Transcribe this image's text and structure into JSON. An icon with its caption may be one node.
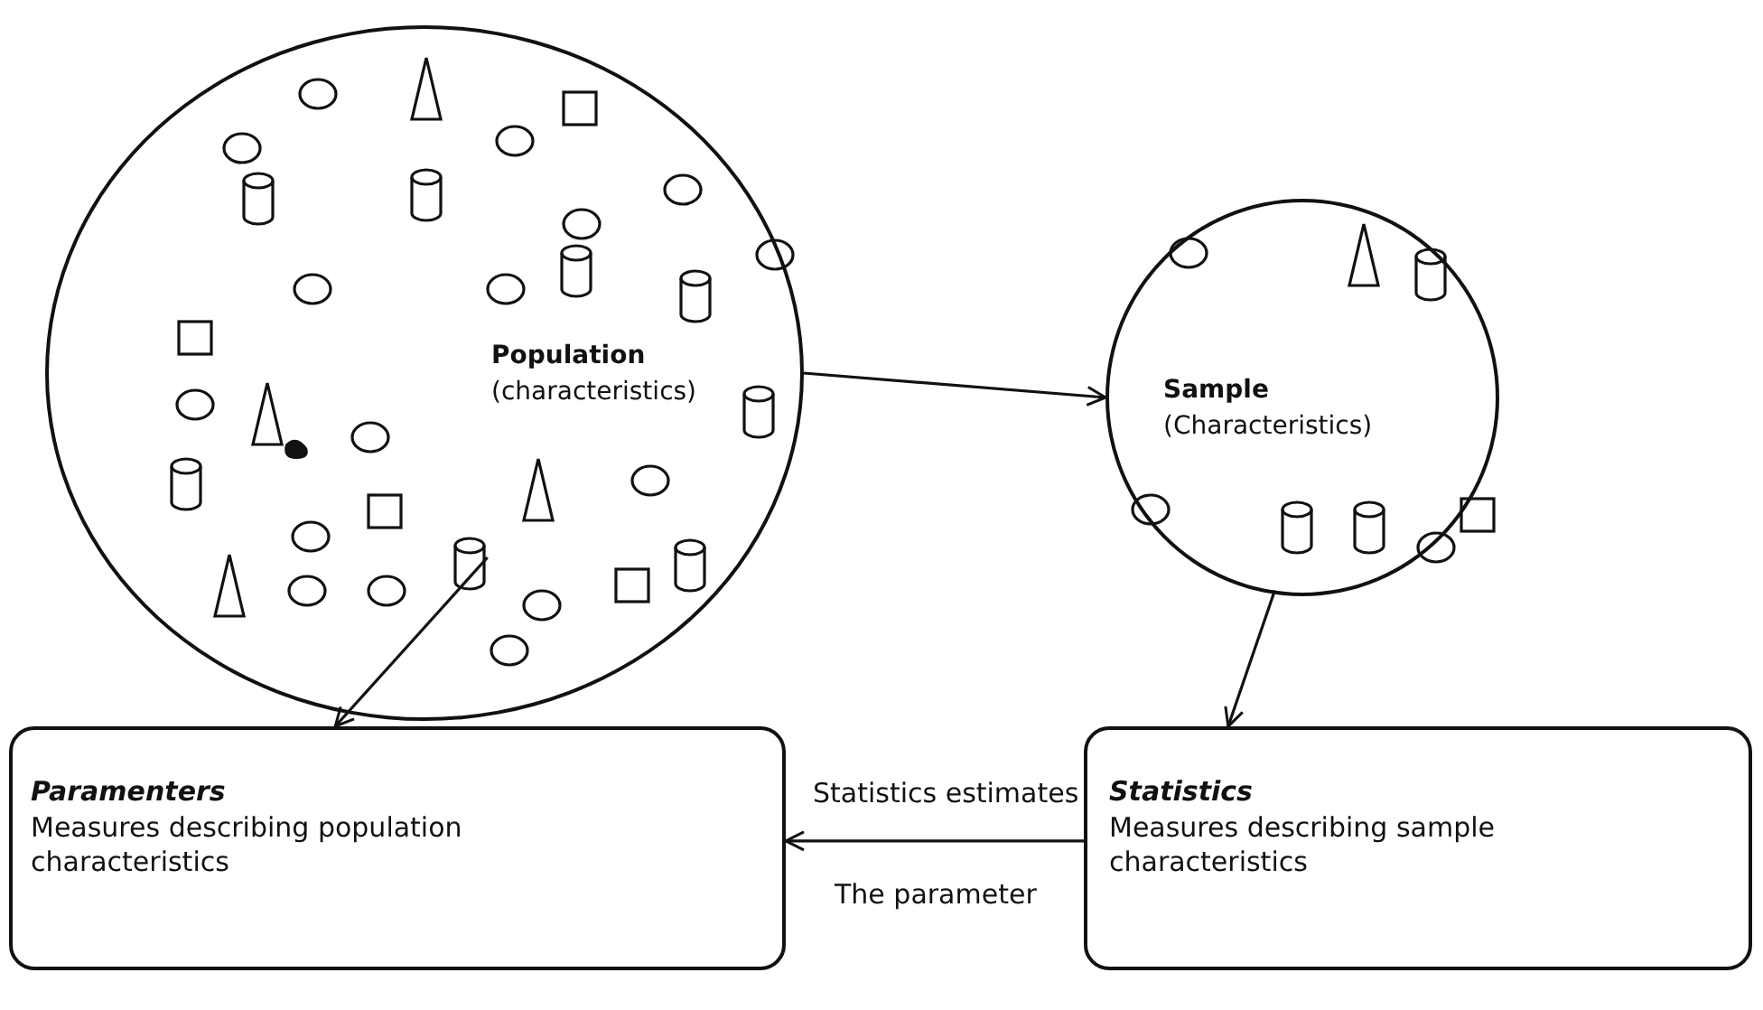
{
  "diagram": {
    "nodes": [
      {
        "text": [
          "Population",
          "(characteristics)"
        ]
      },
      {
        "text": [
          "Sample",
          "(Characteristics)"
        ]
      },
      {
        "text": [
          "Paramenters",
          "Measures describing population characteristics"
        ]
      },
      {
        "text": [
          "Statistics",
          "Measures describing sample characteristics"
        ]
      }
    ],
    "edges": [
      {
        "from": 0,
        "to": 1,
        "arrow": "to"
      },
      {
        "from": 0,
        "to": 2,
        "arrow": "to"
      },
      {
        "from": 1,
        "to": 3,
        "arrow": "to"
      },
      {
        "from": 3,
        "to": 2,
        "arrow": "to",
        "label": "Statistics estimates"
      }
    ],
    "labels": [
      "The parameter"
    ]
  }
}
